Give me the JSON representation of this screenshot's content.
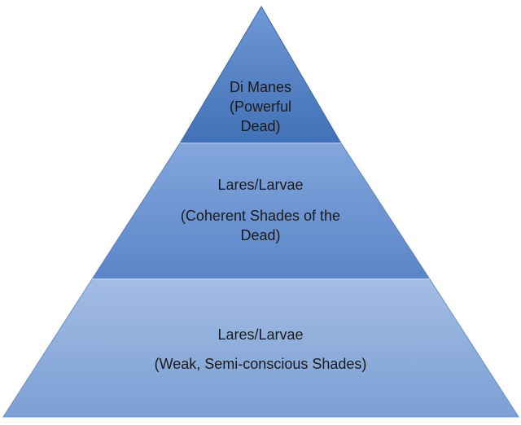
{
  "pyramid": {
    "top": {
      "lines": [
        "Di Manes",
        "(Powerful",
        "Dead)"
      ],
      "color": "#4f7ec4"
    },
    "middle": {
      "lines": [
        "Lares/Larvae",
        "(Coherent Shades of the",
        "Dead)"
      ],
      "color": "#6a93d0"
    },
    "bottom": {
      "lines": [
        "Lares/Larvae",
        "(Weak, Semi-conscious Shades)"
      ],
      "color": "#8fadd9"
    }
  }
}
